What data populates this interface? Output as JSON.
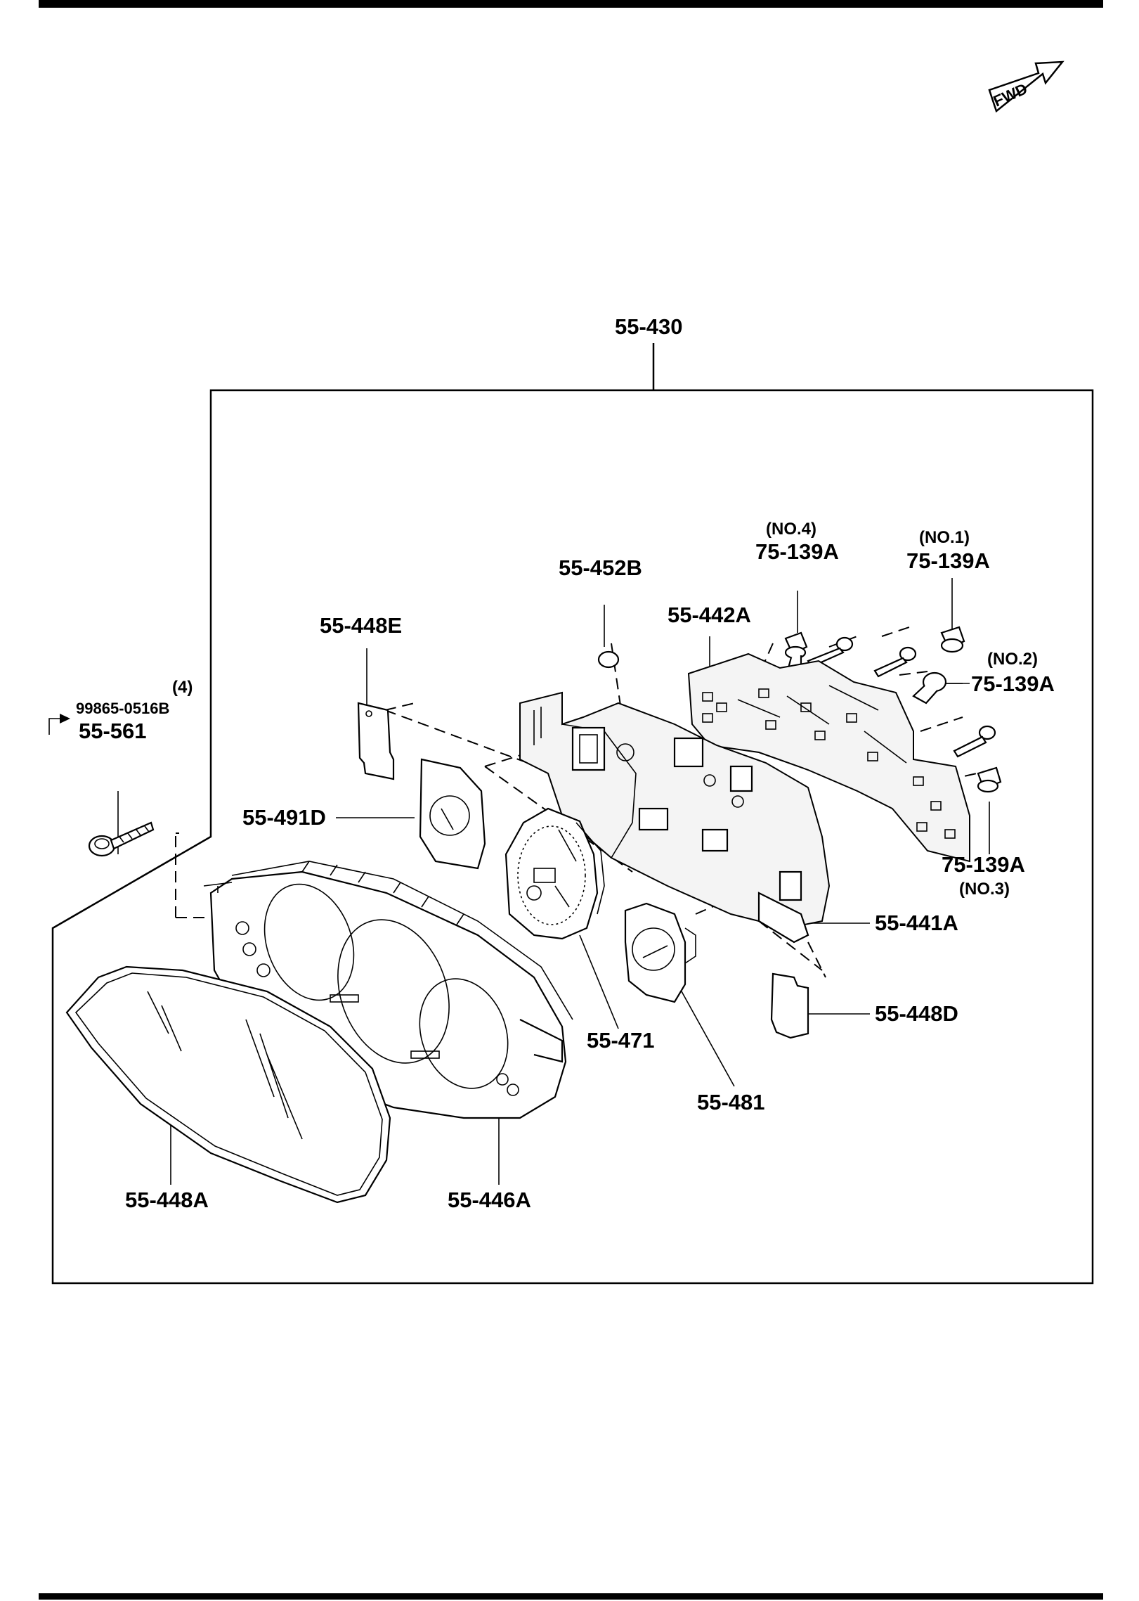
{
  "diagram": {
    "fwd_label": "FWD",
    "labels": {
      "assembly": "55-430",
      "bulb_no4_note": "(NO.4)",
      "bulb_no4": "75-139A",
      "bulb_no1_note": "(NO.1)",
      "bulb_no1": "75-139A",
      "bulb_no2_note": "(NO.2)",
      "bulb_no2": "75-139A",
      "bulb_no3": "75-139A",
      "bulb_no3_note": "(NO.3)",
      "part_452b": "55-452B",
      "part_442a": "55-442A",
      "part_448e": "55-448E",
      "qty_note": "(4)",
      "screw_alt": "99865-0516B",
      "screw": "55-561",
      "part_491d": "55-491D",
      "part_441a": "55-441A",
      "part_448d": "55-448D",
      "part_471": "55-471",
      "part_481": "55-481",
      "part_448a": "55-448A",
      "part_446a": "55-446A"
    }
  }
}
